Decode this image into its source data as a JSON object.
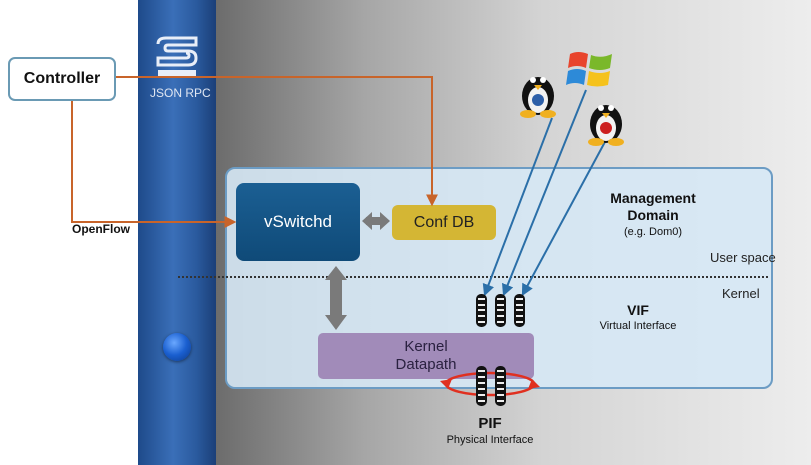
{
  "controller": {
    "label": "Controller"
  },
  "server": {
    "rpc_label": "JSON RPC"
  },
  "openflow_label": "OpenFlow",
  "components": {
    "vswitchd": "vSwitchd",
    "confdb": "Conf DB",
    "datapath_line1": "Kernel",
    "datapath_line2": "Datapath"
  },
  "management": {
    "title_line1": "Management",
    "title_line2": "Domain",
    "subtitle": "(e.g. Dom0)"
  },
  "layers": {
    "user_space": "User space",
    "kernel": "Kernel"
  },
  "vif": {
    "title": "VIF",
    "subtitle": "Virtual Interface"
  },
  "pif": {
    "title": "PIF",
    "subtitle": "Physical Interface"
  },
  "colors": {
    "control_link": "#c8642a",
    "vm_link": "#2b6fa8",
    "internal_arrow": "#7a7a7a",
    "pif_loop": "#e03020",
    "vswitchd_fill": "#0f4a78",
    "confdb_fill": "#d4b634",
    "datapath_fill": "#a18bb9"
  },
  "icons": [
    "linux-tux-icon",
    "windows-logo-icon",
    "linux-tux-redhat-icon"
  ]
}
